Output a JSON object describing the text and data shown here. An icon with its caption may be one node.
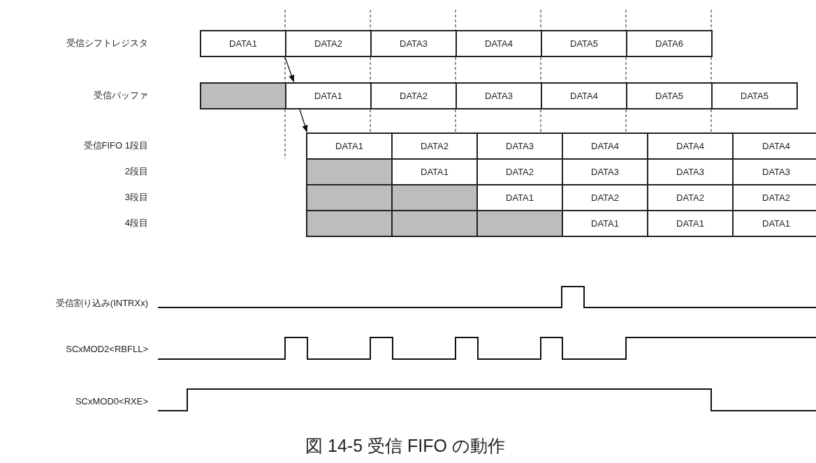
{
  "diagram": {
    "caption": "図 14-5 受信 FIFO の動作",
    "nodes": [
      {
        "text": [
          "DATA1"
        ]
      },
      {
        "text": [
          "DATA2"
        ]
      },
      {
        "text": [
          "DATA3"
        ]
      },
      {
        "text": [
          "DATA4"
        ]
      },
      {
        "text": [
          "DATA5"
        ]
      },
      {
        "text": [
          "DATA6"
        ]
      },
      {
        "text": [],
        "shape": "box"
      },
      {
        "text": [
          "DATA1"
        ]
      },
      {
        "text": [
          "DATA2"
        ]
      },
      {
        "text": [
          "DATA3"
        ]
      },
      {
        "text": [
          "DATA4"
        ]
      },
      {
        "text": [
          "DATA5"
        ]
      },
      {
        "text": [
          "DATA5"
        ]
      },
      {
        "text": [
          "DATA1"
        ]
      },
      {
        "text": [
          "DATA2"
        ]
      },
      {
        "text": [
          "DATA3"
        ]
      },
      {
        "text": [
          "DATA4"
        ]
      },
      {
        "text": [
          "DATA4"
        ]
      },
      {
        "text": [
          "DATA4"
        ]
      },
      {
        "text": [],
        "shape": "box"
      },
      {
        "text": [
          "DATA1"
        ]
      },
      {
        "text": [
          "DATA2"
        ]
      },
      {
        "text": [
          "DATA3"
        ]
      },
      {
        "text": [
          "DATA3"
        ]
      },
      {
        "text": [
          "DATA3"
        ]
      },
      {
        "text": [],
        "shape": "box"
      },
      {
        "text": [],
        "shape": "box"
      },
      {
        "text": [
          "DATA1"
        ]
      },
      {
        "text": [
          "DATA2"
        ]
      },
      {
        "text": [
          "DATA2"
        ]
      },
      {
        "text": [
          "DATA2"
        ]
      },
      {
        "text": [],
        "shape": "box"
      },
      {
        "text": [],
        "shape": "box"
      },
      {
        "text": [],
        "shape": "box"
      },
      {
        "text": [
          "DATA1"
        ]
      },
      {
        "text": [
          "DATA1"
        ]
      },
      {
        "text": [
          "DATA1"
        ]
      }
    ],
    "edges": [
      {
        "from": 0,
        "to": 7,
        "arrow": "to"
      },
      {
        "from": 7,
        "to": 13,
        "arrow": "to"
      }
    ],
    "labels": [
      "受信シフトレジスタ",
      "受信バッファ",
      "受信FIFO 1段目",
      "2段目",
      "3段目",
      "4段目",
      "受信割り込み(INTRXx)",
      "SCxMOD2<RBFLL>",
      "SCxMOD0<RXE>"
    ]
  }
}
